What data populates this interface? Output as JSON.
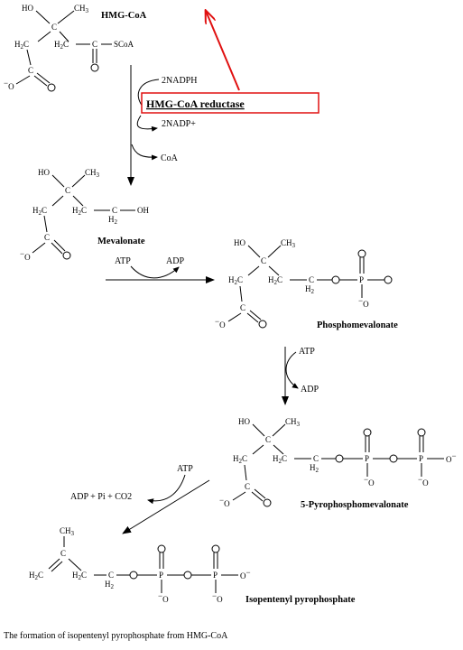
{
  "compounds": {
    "hmg_coa": "HMG-CoA",
    "mevalonate": "Mevalonate",
    "phosphomevalonate": "Phosphomevalonate",
    "pyrophosphomevalonate": "5-Pyrophosphomevalonate",
    "isopentenyl_pp": "Isopentenyl pyrophosphate"
  },
  "atoms": {
    "ho": "HO",
    "ch3": "CH",
    "ch3_sub": "3",
    "h2": "H",
    "h2_sub": "2",
    "c": "C",
    "o": "O",
    "o_minus": "O",
    "minus": "−",
    "oh": "OH",
    "p": "P",
    "scoa": "SCoA"
  },
  "enzyme": {
    "label": "HMG-CoA reductase",
    "highlight_color": "#e01010"
  },
  "reagents": {
    "nadph_in": "2NADPH",
    "nadp_out": "2NADP+",
    "coa_out": "CoA",
    "atp1": "ATP",
    "adp1": "ADP",
    "atp2": "ATP",
    "adp2": "ADP",
    "atp3": "ATP",
    "adp_pi_co2": "ADP + Pi + CO2"
  },
  "caption": "The formation of isopentenyl pyrophosphate from HMG-CoA"
}
